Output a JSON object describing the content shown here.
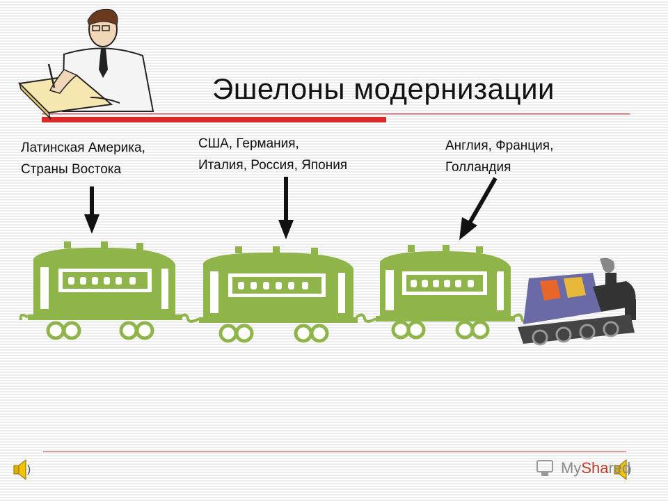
{
  "slide": {
    "title": "Эшелоны модернизации"
  },
  "echelons": [
    {
      "line1": "Латинская Америка,",
      "line2": "Страны Востока"
    },
    {
      "line1": "США, Германия,",
      "line2": "Италия, Россия, Япония"
    },
    {
      "line1": "Англия, Франция,",
      "line2": "Голландия"
    }
  ],
  "branding": {
    "logo_pre": "My",
    "logo_accent": "Sha",
    "logo_post": "red"
  },
  "colors": {
    "wagon_green": "#8fb54a",
    "locomotive_purple": "#6a6aa6",
    "accent_red": "#d92a2a"
  },
  "icons": {
    "clerk": "writing-man-icon",
    "audio": "speaker-icon",
    "locomotive": "steam-locomotive-icon"
  }
}
